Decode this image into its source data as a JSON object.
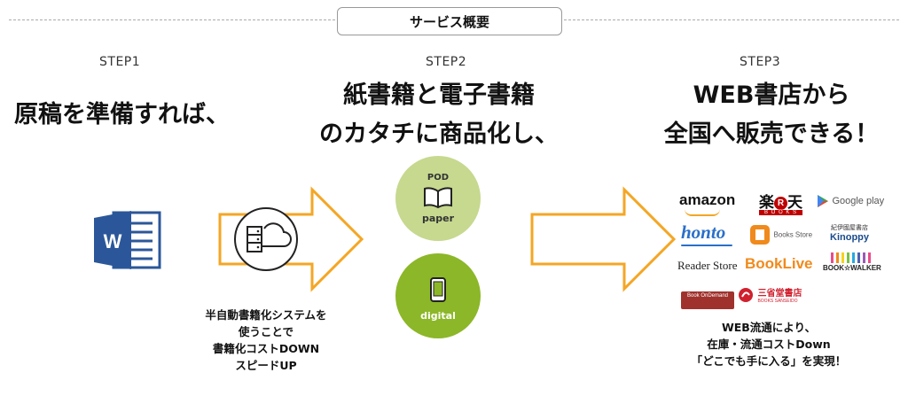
{
  "header": {
    "title": "サービス概要"
  },
  "steps": [
    {
      "label": "STEP1",
      "headline": [
        "原稿を準備すれば、"
      ],
      "icon": "word-document-icon",
      "tool_icon": "cloud-server-icon",
      "caption": [
        "半自動書籍化システムを",
        "使うことで",
        "書籍化コストDOWN",
        "スピードUP"
      ]
    },
    {
      "label": "STEP2",
      "headline": [
        "紙書籍と電子書籍",
        "のカタチに商品化し、"
      ],
      "formats": [
        {
          "top_label": "POD",
          "bottom_label": "paper",
          "icon": "open-book-icon",
          "color": "#c6d98f"
        },
        {
          "top_label": "",
          "bottom_label": "digital",
          "icon": "smartphone-icon",
          "color": "#8cb728"
        }
      ]
    },
    {
      "label": "STEP3",
      "headline": [
        "WEB書店から",
        "全国へ販売できる！"
      ],
      "stores": {
        "amazon": "amazon",
        "rakuten_main": "楽",
        "rakuten_r": "R",
        "rakuten_ten": "天",
        "rakuten_sub": "B O O K S",
        "google_play": "Google play",
        "honto": "honto",
        "books_store": "Books Store",
        "kinokuniya_top": "紀伊國屋書店",
        "kinoppy": "Kinoppy",
        "reader_store": "Reader Store",
        "booklive": "BookLive",
        "bookwalker": "BOOK☆WALKER",
        "book_on_demand": "Book OnDemand",
        "sanseido": "三省堂書店",
        "sanseido_sub": "BOOKS SANSEIDO"
      },
      "caption": [
        "WEB流通により、",
        "在庫・流通コストDown",
        "「どこでも手に入る」を実現！"
      ]
    }
  ],
  "colors": {
    "arrow": "#f4a624",
    "word_blue": "#2b579a",
    "pod_green": "#c6d98f",
    "digital_green": "#8cb728",
    "honto_blue": "#2a6fc9",
    "booklive_orange": "#f08a1c"
  }
}
